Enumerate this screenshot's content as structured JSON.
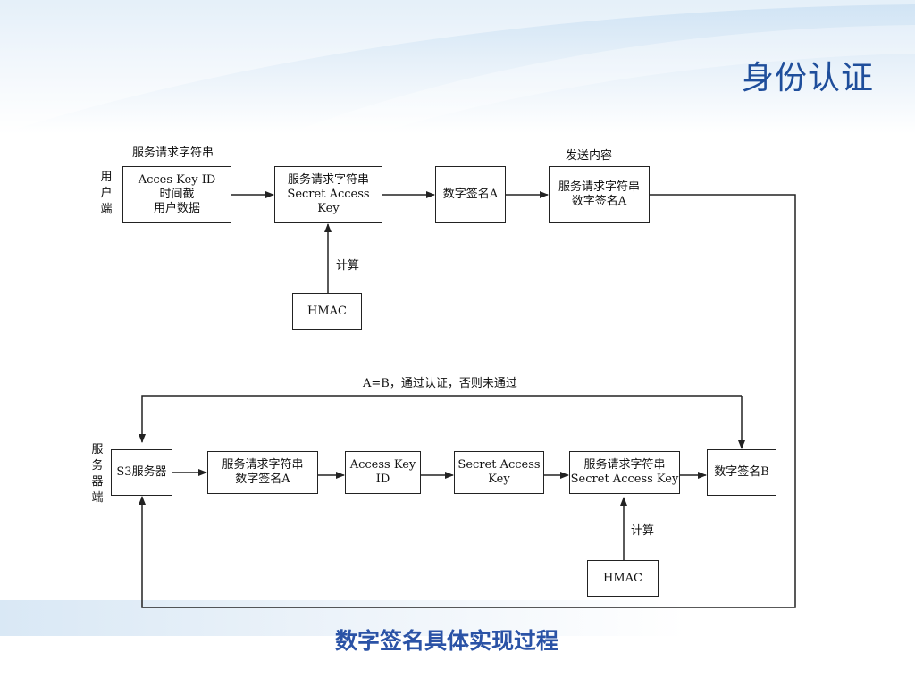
{
  "slide": {
    "title": "身份认证",
    "caption": "数字签名具体实现过程"
  },
  "colors": {
    "title": "#1f4e9b",
    "caption": "#2b53a6",
    "line": "#222222"
  },
  "client": {
    "side_label": [
      "用",
      "户",
      "端"
    ],
    "box1_top_label": "服务请求字符串",
    "box1_lines": [
      "Acces Key ID",
      "时间截",
      "用户数据"
    ],
    "box2_lines": [
      "服务请求字符串",
      "Secret Access Key"
    ],
    "box3_lines": [
      "数字签名A"
    ],
    "box4_top_label": "发送内容",
    "box4_lines": [
      "服务请求字符串",
      "数字签名A"
    ],
    "compute_label": "计算",
    "hmac_label": "HMAC"
  },
  "server": {
    "side_label": [
      "服",
      "务",
      "器",
      "端"
    ],
    "compare_label": "A=B，通过认证，否则未通过",
    "box1_lines": [
      "S3服务器"
    ],
    "box2_lines": [
      "服务请求字符串",
      "数字签名A"
    ],
    "box3_lines": [
      "Access Key",
      "ID"
    ],
    "box4_lines": [
      "Secret Access",
      "Key"
    ],
    "box5_lines": [
      "服务请求字符串",
      "Secret Access Key"
    ],
    "box6_lines": [
      "数字签名B"
    ],
    "compute_label": "计算",
    "hmac_label": "HMAC"
  }
}
